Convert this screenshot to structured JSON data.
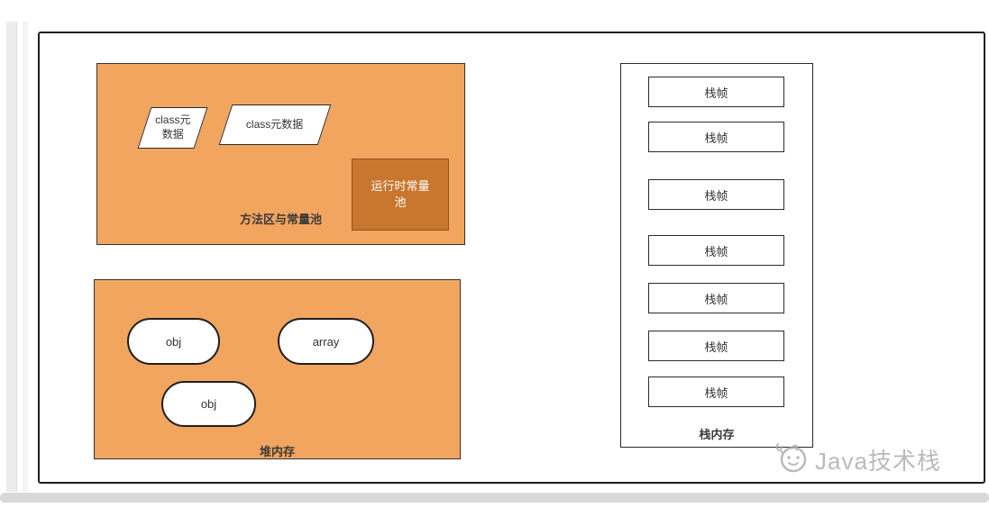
{
  "colors": {
    "container_orange": "#F2A55F",
    "runtime_pool_orange": "#C9762F",
    "border_dark": "#1f1f1f",
    "watermark_gray": "#aaaaaa"
  },
  "method_area": {
    "label": "方法区与常量池",
    "class_metadata_small": {
      "line1": "class元",
      "line2": "数据"
    },
    "class_metadata_large": "class元数据",
    "runtime_pool": {
      "line1": "运行时常量",
      "line2": "池"
    }
  },
  "heap": {
    "label": "堆内存",
    "objects": [
      "obj",
      "array",
      "obj"
    ]
  },
  "stack": {
    "label": "栈内存",
    "frames": [
      "栈帧",
      "栈帧",
      "栈帧",
      "栈帧",
      "栈帧",
      "栈帧",
      "栈帧"
    ]
  },
  "watermark": {
    "text": "Java技术栈"
  }
}
